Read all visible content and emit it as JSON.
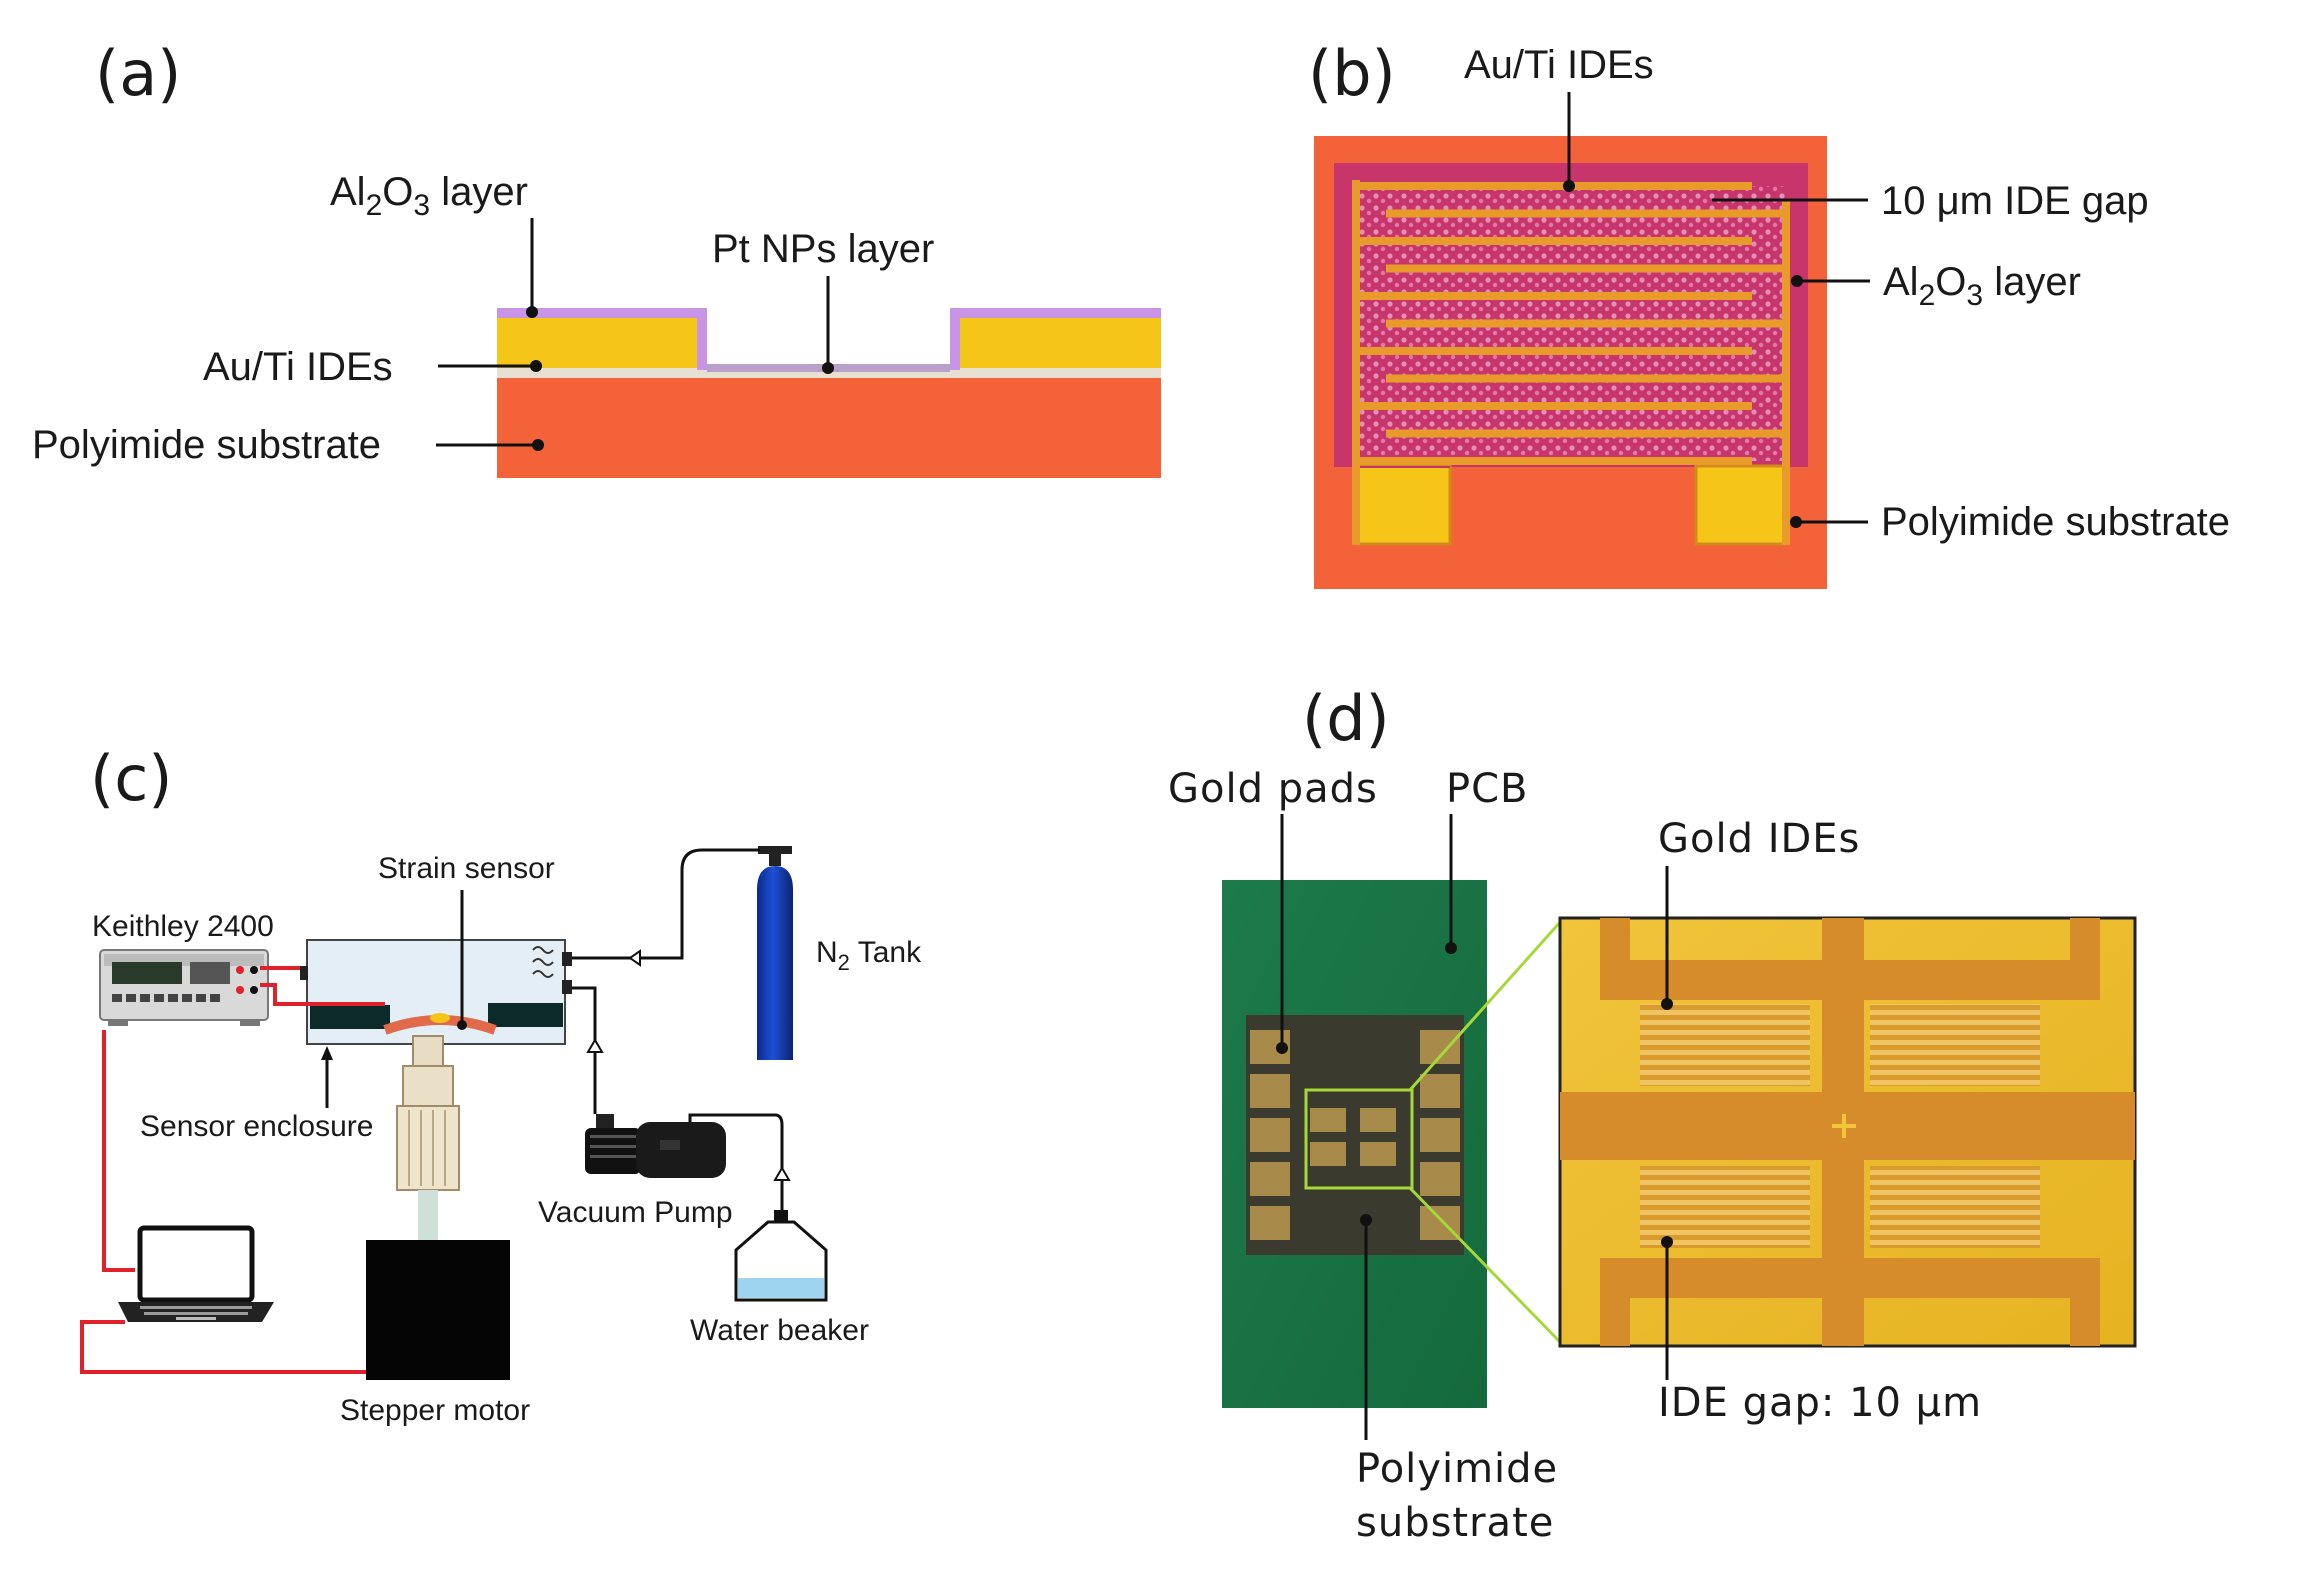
{
  "panels": {
    "a": {
      "letter": "(a)",
      "labels": {
        "al2o3_main": "Al",
        "al2o3_sub2": "2",
        "al2o3_o": "O",
        "al2o3_sub3": "3",
        "al2o3_tail": " layer",
        "ptnps": "Pt NPs layer",
        "auti": "Au/Ti IDEs",
        "polyimide": "Polyimide substrate"
      }
    },
    "b": {
      "letter": "(b)",
      "labels": {
        "auti": "Au/Ti IDEs",
        "gap": "10 μm IDE gap",
        "al2o3_main": "Al",
        "al2o3_sub2": "2",
        "al2o3_o": "O",
        "al2o3_sub3": "3",
        "al2o3_tail": " layer",
        "polyimide": "Polyimide substrate"
      }
    },
    "c": {
      "letter": "(c)",
      "labels": {
        "keithley": "Keithley 2400",
        "strain": "Strain sensor",
        "n2_main": "N",
        "n2_sub": "2",
        "n2_tail": " Tank",
        "enclosure": "Sensor enclosure",
        "vacuum": "Vacuum Pump",
        "water": "Water beaker",
        "stepper": "Stepper motor"
      }
    },
    "d": {
      "letter": "(d)",
      "labels": {
        "gold_pads": "Gold pads",
        "pcb": "PCB",
        "gold_ides": "Gold IDEs",
        "ide_gap": "IDE gap: 10 μm",
        "poly1": "Polyimide",
        "poly2": "substrate"
      }
    }
  },
  "colors": {
    "polyimide": "#f4623a",
    "gold": "#f5c518",
    "alumina": "#c894e6",
    "alumina_overlay": "#c8356b",
    "wire_red": "#e0202a",
    "pcb_green": "#1f7a4a",
    "n2_tank": "#0d2f9e"
  }
}
